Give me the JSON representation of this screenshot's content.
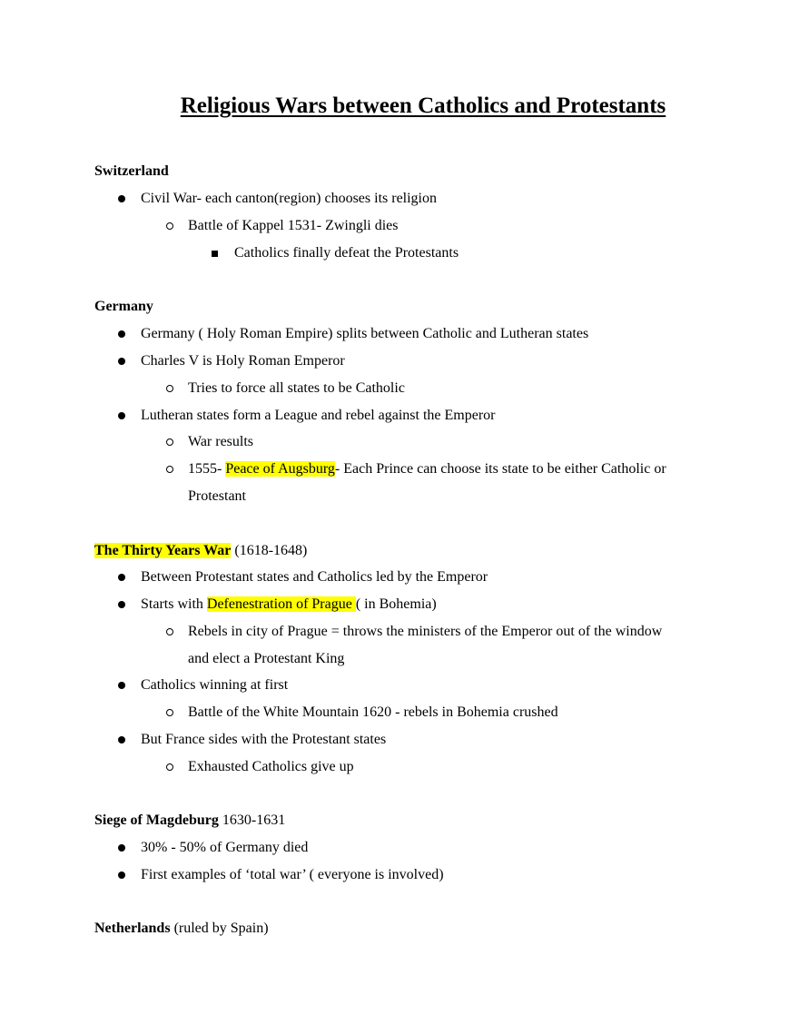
{
  "title": "Religious Wars between Catholics and Protestants",
  "switzerland": {
    "heading": "Switzerland",
    "civil_war": "Civil War- each canton(region) chooses its religion",
    "kappel": "Battle of Kappel 1531- Zwingli dies",
    "catholics_defeat": "Catholics finally defeat the Protestants"
  },
  "germany": {
    "heading": "Germany",
    "splits": "Germany ( Holy Roman Empire) splits between Catholic and Lutheran states",
    "charles": "Charles V is Holy Roman Emperor",
    "force": "Tries to force all states to be Catholic",
    "league": "Lutheran states form a League and rebel against the Emperor",
    "war_results": "War results",
    "augsburg_pre": "1555- ",
    "augsburg_hl": "Peace of Augsburg",
    "augsburg_post": "- Each Prince can choose its state to be either Catholic or",
    "augsburg_cont": "Protestant"
  },
  "thirty_years": {
    "heading_hl": "The Thirty Years War",
    "heading_dates": " (1618-1648)",
    "between": "Between Protestant states and Catholics led by the Emperor",
    "starts_pre": "Starts with ",
    "starts_hl": "Defenestration of Prague ",
    "starts_post": "( in Bohemia)",
    "rebels": "Rebels in city of Prague = throws the ministers of the Emperor out of the window",
    "rebels_cont": "and elect a Protestant King",
    "winning": "Catholics winning at first",
    "white_mountain": "Battle of the White Mountain 1620 - rebels in Bohemia crushed",
    "france": "But France sides with the Protestant states",
    "exhausted": "Exhausted Catholics give up"
  },
  "magdeburg": {
    "heading": "Siege of Magdeburg",
    "dates": " 1630-1631",
    "died": "30% - 50% of Germany died",
    "total_war": "First examples of ‘total war’ ( everyone is involved)"
  },
  "netherlands": {
    "heading": "Netherlands",
    "note": " (ruled by Spain)"
  },
  "colors": {
    "highlight": "#ffff00",
    "text": "#000000"
  }
}
